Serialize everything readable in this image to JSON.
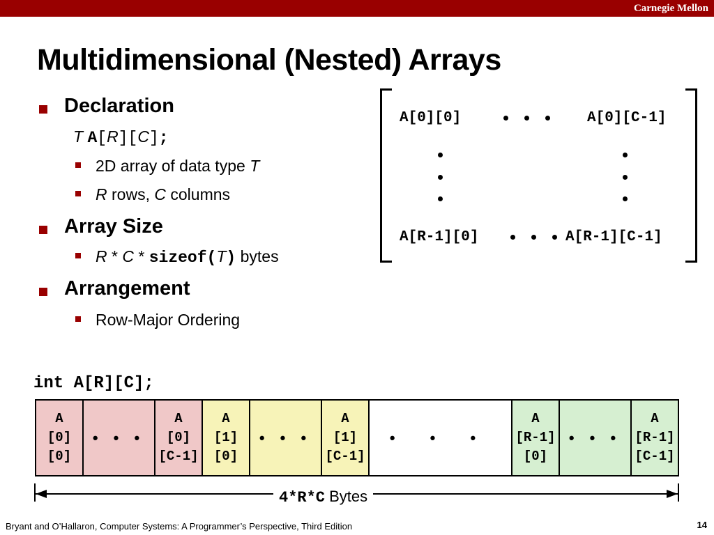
{
  "header": {
    "brand": "Carnegie Mellon"
  },
  "title": "Multidimensional (Nested) Arrays",
  "bullets": {
    "declaration": {
      "heading": "Declaration",
      "decl": {
        "type": "T",
        "name": "A",
        "lb1": "[",
        "r": "R",
        "rb1": "]",
        "lb2": "[",
        "c": "C",
        "rb2": "]",
        "semi": ";"
      },
      "sub1_prefix": "2D array of data type ",
      "sub1_type": "T",
      "sub2_r": "R",
      "sub2_mid": " rows, ",
      "sub2_c": "C",
      "sub2_end": " columns"
    },
    "array_size": {
      "heading": "Array Size",
      "r": "R",
      "star1": " * ",
      "c": "C",
      "star2": " * ",
      "sizeof_open": "sizeof(",
      "t": "T",
      "sizeof_close": ")",
      "bytes": " bytes"
    },
    "arrangement": {
      "heading": "Arrangement",
      "sub1": "Row-Major Ordering"
    }
  },
  "matrix": {
    "top_left": "A[0][0]",
    "top_right": "A[0][C-1]",
    "bottom_left": "A[R-1][0]",
    "bottom_right": "A[R-1][C-1]"
  },
  "memory": {
    "declaration": "int A[R][C];",
    "colors": {
      "row0": "#f0c8c8",
      "row1": "#f7f3b8",
      "middle": "#ffffff",
      "last": "#d6efd1"
    },
    "cells": {
      "c0": [
        "A",
        "[0]",
        "[0]"
      ],
      "d0": "• • •",
      "c1": [
        "A",
        "[0]",
        "[C-1]"
      ],
      "c2": [
        "A",
        "[1]",
        "[0]"
      ],
      "d1": "• • •",
      "c3": [
        "A",
        "[1]",
        "[C-1]"
      ],
      "mid": "• • •",
      "c4": [
        "A",
        "[R-1]",
        "[0]"
      ],
      "d2": "• • •",
      "c5": [
        "A",
        "[R-1]",
        "[C-1]"
      ]
    },
    "size_label_code": "4*R*C",
    "size_label_text": " Bytes"
  },
  "footer": {
    "citation": "Bryant and O’Hallaron, Computer Systems: A Programmer’s Perspective, Third Edition",
    "page": "14"
  }
}
